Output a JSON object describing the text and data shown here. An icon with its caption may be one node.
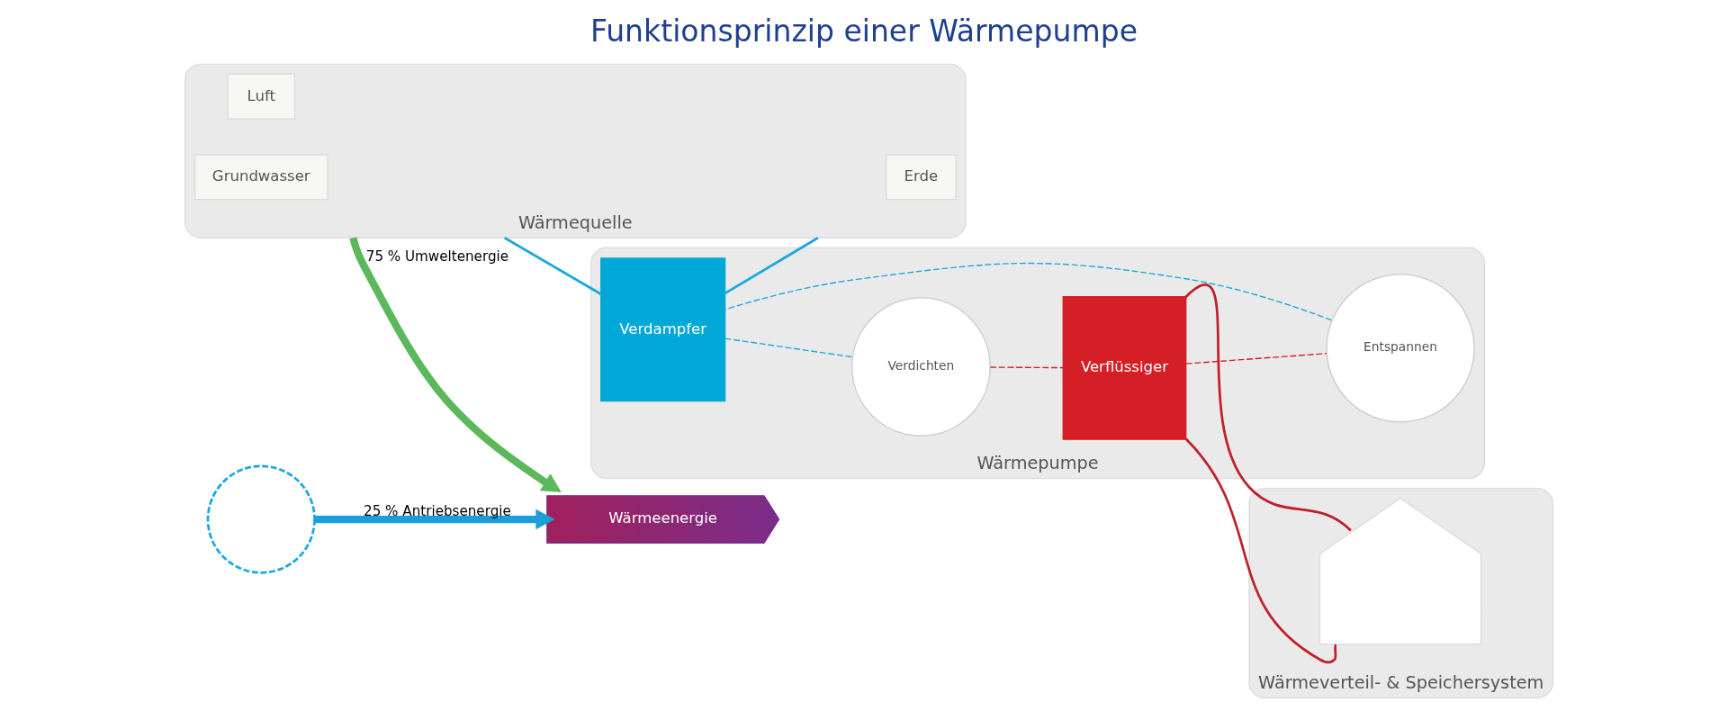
{
  "diagram": {
    "title": "Funktionsprinzip einer Wärmepumpe",
    "nodes": [
      {
        "text": [
          "Wärmequelle"
        ]
      },
      {
        "text": [
          "Luft"
        ],
        "in": 0
      },
      {
        "text": [
          "Grundwasser"
        ],
        "in": 0
      },
      {
        "text": [
          "Erde"
        ],
        "in": 0
      },
      {
        "text": [
          "Wärmepumpe"
        ]
      },
      {
        "text": [
          "Verdampfer"
        ],
        "in": 4
      },
      {
        "text": [
          "Verdichten"
        ],
        "in": 4
      },
      {
        "text": [
          "Verflüssiger"
        ],
        "in": 4
      },
      {
        "text": [
          "Entspannen"
        ],
        "in": 4
      },
      {
        "text": [
          "Wärmeverteil- & Speichersystem"
        ]
      },
      {
        "text": [],
        "shape": "house",
        "in": 9
      },
      {
        "text": [],
        "shape": "circle"
      },
      {
        "text": [
          "Wärmeenergie"
        ]
      }
    ],
    "edges": [
      {
        "from": 11,
        "to": 12,
        "arrow": "to",
        "label": "25 % Antriebsenergie",
        "style": "thick",
        "color": "#1a9fd8"
      },
      {
        "from": 0,
        "to": 12,
        "arrow": "to",
        "label": "75 % Umweltenergie",
        "style": "thick",
        "color": "#5cb85c"
      },
      {
        "from": 0,
        "to": 5,
        "arrow": "none",
        "color": "#1aa9dc"
      },
      {
        "from": 5,
        "to": 0,
        "arrow": "none",
        "color": "#1aa9dc"
      },
      {
        "from": 5,
        "to": 6,
        "arrow": "none",
        "style": "dashed",
        "color": "#1aa9dc"
      },
      {
        "from": 6,
        "to": 7,
        "arrow": "none",
        "style": "dashed",
        "color": "#d51f26"
      },
      {
        "from": 7,
        "to": 8,
        "arrow": "none",
        "style": "dashed",
        "color": "#d51f26"
      },
      {
        "from": 8,
        "to": 5,
        "arrow": "none",
        "style": "dashed",
        "color": "#1aa9dc"
      },
      {
        "from": 7,
        "to": 10,
        "arrow": "none",
        "color": "#c0202a"
      },
      {
        "from": 10,
        "to": 7,
        "arrow": "none",
        "color": "#c0202a"
      }
    ]
  }
}
